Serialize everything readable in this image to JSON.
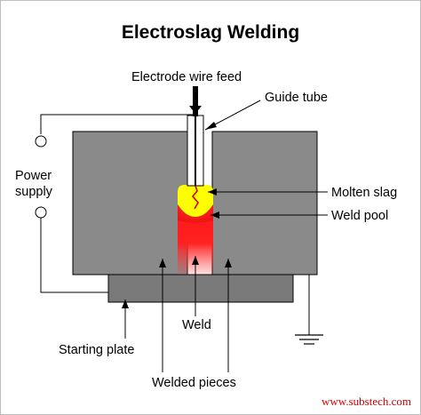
{
  "title": "Electroslag Welding",
  "labels": {
    "electrode_wire_feed": "Electrode wire feed",
    "guide_tube": "Guide tube",
    "power_supply_line1": "Power",
    "power_supply_line2": "supply",
    "molten_slag": "Molten slag",
    "weld_pool": "Weld pool",
    "weld": "Weld",
    "starting_plate": "Starting plate",
    "welded_pieces": "Welded pieces"
  },
  "watermark": "www.substech.com",
  "colors": {
    "workpiece": "#8a8a8a",
    "starting_plate": "#7a7a7a",
    "molten_slag": "#ffff00",
    "weld_pool": "#ff1a1a",
    "watermark": "#d40000"
  }
}
